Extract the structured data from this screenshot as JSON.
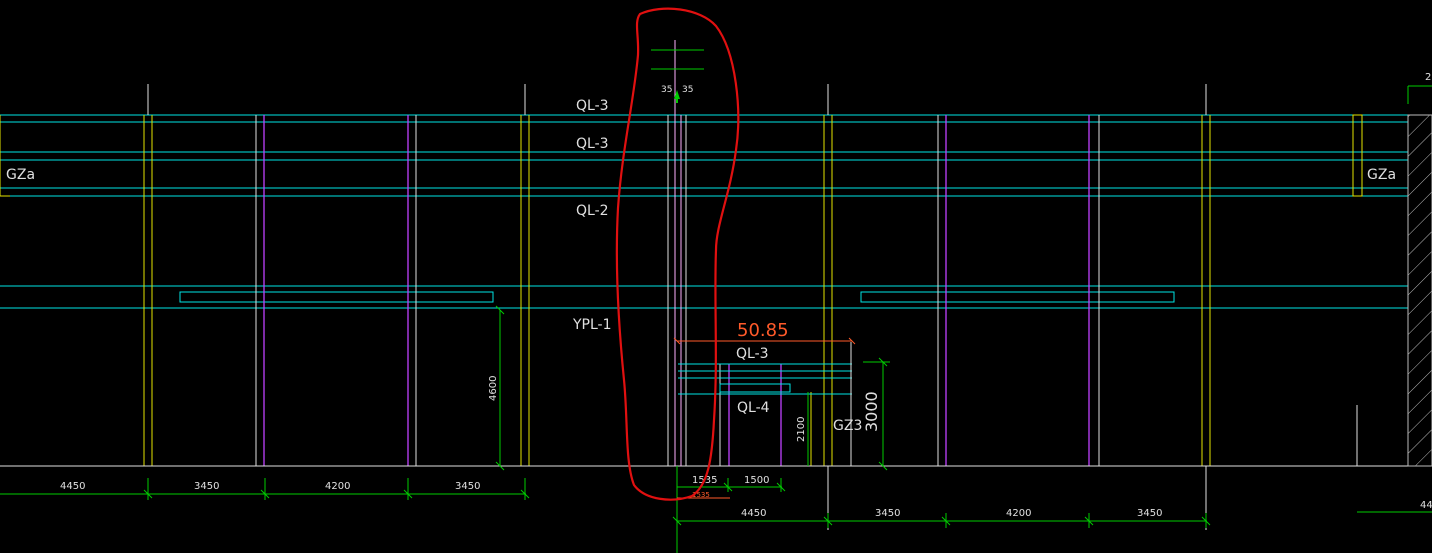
{
  "colors": {
    "background": "#000000",
    "beam": "#00e5e5",
    "column": "#e5e500",
    "purple": "#c040ff",
    "white": "#e0e0e0",
    "dimension": "#00cc00",
    "orange": "#ff5a2a",
    "markup": "#e01010",
    "hatch": "#bbbbbb"
  },
  "labels": {
    "ql3_top": "QL-3",
    "ql3_second": "QL-3",
    "ql2": "QL-2",
    "ypl1": "YPL-1",
    "gza_left": "GZa",
    "gza_right": "GZa",
    "ql3_lower": "QL-3",
    "ql4": "QL-4",
    "gz3": "GZ3",
    "elevation": "50.85",
    "tick_35_left": "35",
    "tick_35_right": "35"
  },
  "dimensions": {
    "height_4600": "4600",
    "height_2100": "2100",
    "height_3000": "3000",
    "top_row": [
      "4450",
      "3450",
      "4200",
      "3450"
    ],
    "small_1535": "1535",
    "small_1500": "1500",
    "small_1535_red": "1535",
    "bottom_row": [
      "4450",
      "3450",
      "4200",
      "3450"
    ],
    "edge_right_lower": "44",
    "edge_right_top": "2"
  }
}
